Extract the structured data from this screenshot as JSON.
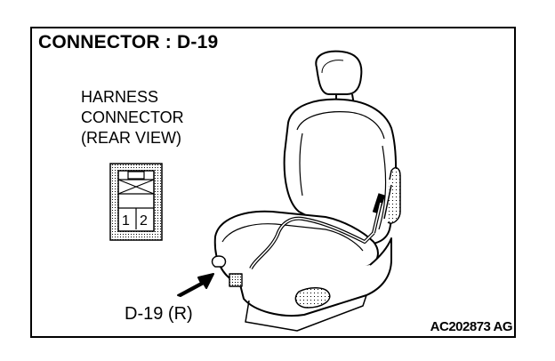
{
  "header": {
    "title": "CONNECTOR : D-19"
  },
  "connector": {
    "caption_lines": [
      "HARNESS",
      "CONNECTOR",
      "(REAR VIEW)"
    ],
    "pins": [
      "1",
      "2"
    ]
  },
  "callout": {
    "label": "D-19 (R)"
  },
  "footer": {
    "figure_code": "AC202873 AG"
  },
  "icons": [
    "connector-face-icon",
    "seat-illustration",
    "pointer-arrow-icon"
  ]
}
